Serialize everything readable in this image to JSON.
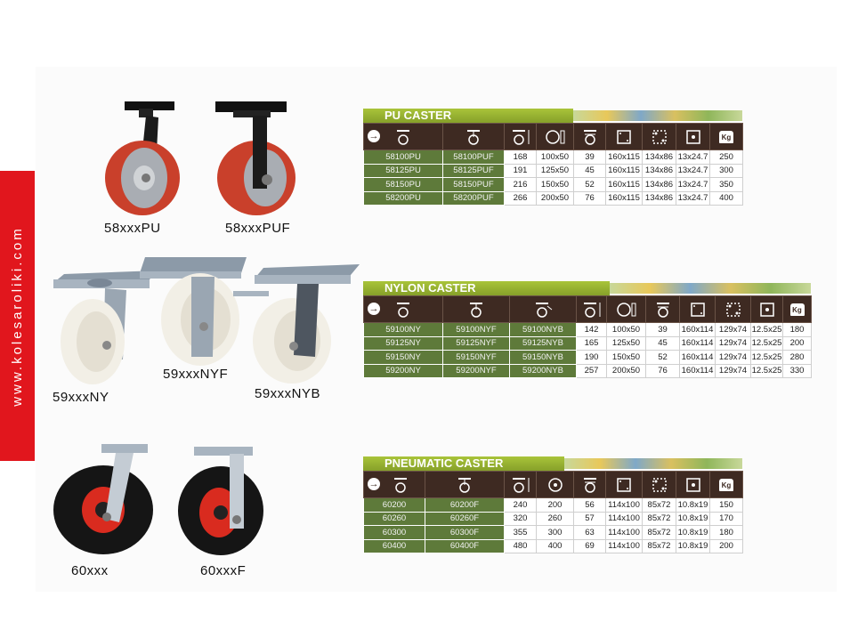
{
  "side_banner": {
    "text": "www.kolesaroliki.com",
    "color": "#e1161d"
  },
  "products": {
    "pu": [
      "58xxxPU",
      "58xxxPUF"
    ],
    "nylon": [
      "59xxxNY",
      "59xxxNYF",
      "59xxxNYB"
    ],
    "pneumatic": [
      "60xxx",
      "60xxxF"
    ]
  },
  "tables": {
    "pu": {
      "title": "PU CASTER",
      "rows": [
        [
          "58100PU",
          "58100PUF",
          "168",
          "100x50",
          "39",
          "160x115",
          "134x86",
          "13x24.7",
          "250"
        ],
        [
          "58125PU",
          "58125PUF",
          "191",
          "125x50",
          "45",
          "160x115",
          "134x86",
          "13x24.7",
          "300"
        ],
        [
          "58150PU",
          "58150PUF",
          "216",
          "150x50",
          "52",
          "160x115",
          "134x86",
          "13x24.7",
          "350"
        ],
        [
          "58200PU",
          "58200PUF",
          "266",
          "200x50",
          "76",
          "160x115",
          "134x86",
          "13x24.7",
          "400"
        ]
      ]
    },
    "nylon": {
      "title": "NYLON CASTER",
      "rows": [
        [
          "59100NY",
          "59100NYF",
          "59100NYB",
          "142",
          "100x50",
          "39",
          "160x114",
          "129x74",
          "12.5x25",
          "180"
        ],
        [
          "59125NY",
          "59125NYF",
          "59125NYB",
          "165",
          "125x50",
          "45",
          "160x114",
          "129x74",
          "12.5x25",
          "200"
        ],
        [
          "59150NY",
          "59150NYF",
          "59150NYB",
          "190",
          "150x50",
          "52",
          "160x114",
          "129x74",
          "12.5x25",
          "280"
        ],
        [
          "59200NY",
          "59200NYF",
          "59200NYB",
          "257",
          "200x50",
          "76",
          "160x114",
          "129x74",
          "12.5x25",
          "330"
        ]
      ]
    },
    "pneumatic": {
      "title": "PNEUMATIC CASTER",
      "rows": [
        [
          "60200",
          "60200F",
          "240",
          "200",
          "56",
          "114x100",
          "85x72",
          "10.8x19",
          "150"
        ],
        [
          "60260",
          "60260F",
          "320",
          "260",
          "57",
          "114x100",
          "85x72",
          "10.8x19",
          "170"
        ],
        [
          "60300",
          "60300F",
          "355",
          "300",
          "63",
          "114x100",
          "85x72",
          "10.8x19",
          "180"
        ],
        [
          "60400",
          "60400F",
          "480",
          "400",
          "69",
          "114x100",
          "85x72",
          "10.8x19",
          "200"
        ]
      ]
    }
  },
  "header_icons": [
    "swivel-caster-icon",
    "fixed-caster-icon",
    "brake-caster-icon",
    "height-icon",
    "wheel-size-icon",
    "offset-icon",
    "plate-size-icon",
    "hole-spacing-icon",
    "bolt-hole-icon",
    "load-weight-icon"
  ],
  "header_kg_text": "Kg",
  "colors": {
    "header_bg": "#3e2a22",
    "model_bg": "#5e7a3a",
    "title_green": "#9cb835",
    "pu_wheel": "#c9402b",
    "pneumatic_hub": "#d92b1f"
  }
}
